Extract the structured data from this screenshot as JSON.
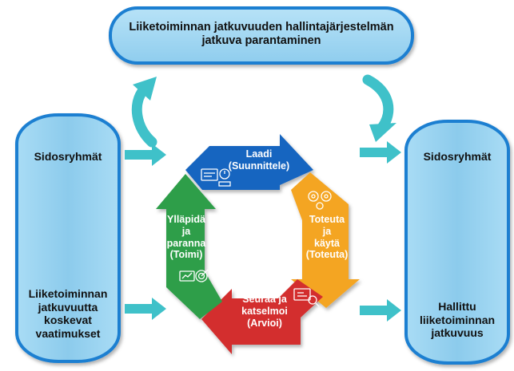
{
  "top_box": {
    "line1": "Liiketoiminnan jatkuvuuden hallintajärjestelmän",
    "line2": "jatkuva parantaminen"
  },
  "left_column": {
    "top_label": "Sidosryhmät",
    "bottom_lines": [
      "Liiketoiminnan",
      "jatkuvuutta",
      "koskevat",
      "vaatimukset"
    ]
  },
  "right_column": {
    "top_label": "Sidosryhmät",
    "bottom_lines": [
      "Hallittu",
      "liiketoiminnan",
      "jatkuvuus"
    ]
  },
  "cycle": {
    "plan": {
      "lines": [
        "Laadi",
        "(Suunnittele)"
      ],
      "color": "#1565c0",
      "icon": "plan-icon"
    },
    "do": {
      "lines": [
        "Toteuta",
        "ja",
        "käytä",
        "(Toteuta)"
      ],
      "color": "#f4a524",
      "icon": "gears-icon"
    },
    "check": {
      "lines": [
        "Seuraa ja",
        "katselmoi",
        "(Arvioi)"
      ],
      "color": "#d32f2f",
      "icon": "monitor-icon"
    },
    "act": {
      "lines": [
        "Ylläpidä",
        "ja",
        "paranna",
        "(Toimi)"
      ],
      "color": "#2e9e4a",
      "icon": "target-icon"
    }
  },
  "colors": {
    "column_fill": "#9ed3f0",
    "column_stroke": "#1c7fd1",
    "arrow": "#3fc1c9"
  }
}
